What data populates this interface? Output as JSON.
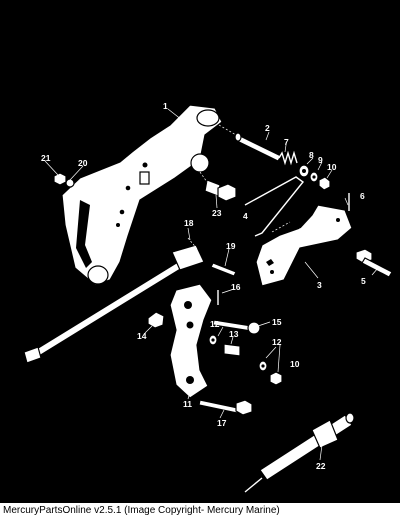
{
  "diagram": {
    "callouts": [
      "1",
      "2",
      "3",
      "4",
      "5",
      "6",
      "7",
      "8",
      "9",
      "10",
      "10",
      "11",
      "12",
      "12",
      "13",
      "14",
      "15",
      "16",
      "17",
      "18",
      "19",
      "20",
      "21",
      "22",
      "23"
    ]
  },
  "footer": {
    "caption": "MercuryPartsOnline v2.5.1 (Image Copyright- Mercury Marine)"
  }
}
